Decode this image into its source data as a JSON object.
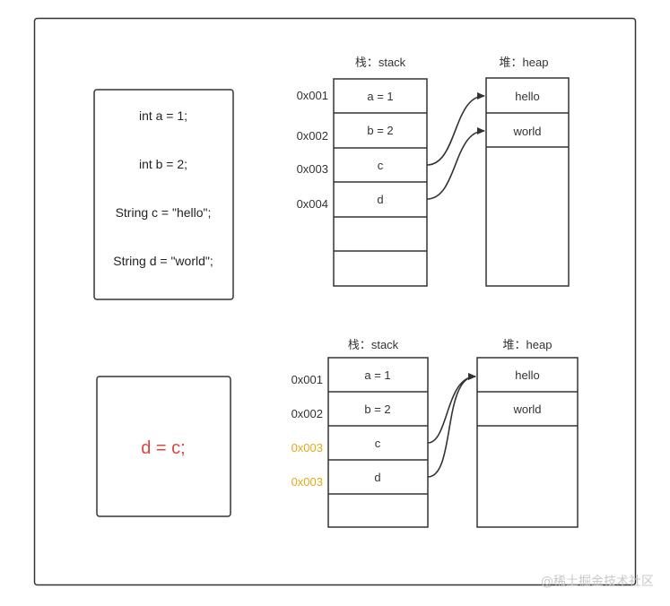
{
  "colors": {
    "stroke": "#333333",
    "highlight_address": "#e6a817",
    "assignment_text": "#e0463e",
    "watermark": "#c8c8c8"
  },
  "top": {
    "code_lines": [
      "int a = 1;",
      "int b = 2;",
      "String c = \"hello\";",
      "String d = \"world\";"
    ],
    "stack_title": "栈：stack",
    "heap_title": "堆：heap",
    "addresses": [
      "0x001",
      "0x002",
      "0x003",
      "0x004"
    ],
    "stack_cells": [
      "a = 1",
      "b = 2",
      "c",
      "d",
      "",
      ""
    ],
    "heap_cells": [
      "hello",
      "world"
    ]
  },
  "bottom": {
    "assignment": "d = c;",
    "stack_title": "栈：stack",
    "heap_title": "堆：heap",
    "addresses": [
      "0x001",
      "0x002",
      "0x003",
      "0x003"
    ],
    "stack_cells": [
      "a = 1",
      "b = 2",
      "c",
      "d",
      ""
    ],
    "heap_cells": [
      "hello",
      "world"
    ]
  },
  "watermark": "@稀土掘金技术社区"
}
